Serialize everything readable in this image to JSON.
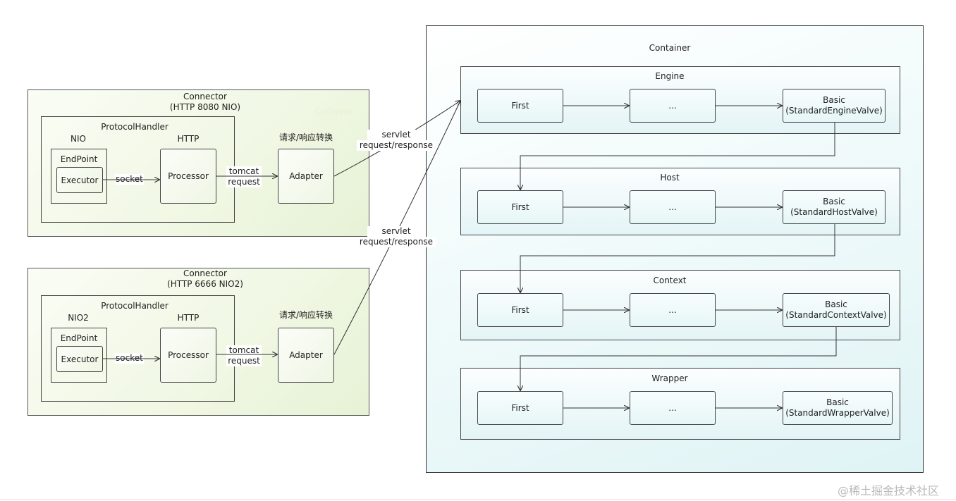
{
  "connectors": [
    {
      "title": "Connector",
      "subtitle": "(HTTP 8080 NIO)",
      "protocol_handler": "ProtocolHandler",
      "io_label": "NIO",
      "http_label": "HTTP",
      "endpoint": "EndPoint",
      "executor": "Executor",
      "socket": "socket",
      "processor": "Processor",
      "tomcat_request": [
        "tomcat",
        "request"
      ],
      "adapter_caption": "请求/响应转换",
      "adapter": "Adapter",
      "watermark": "CoCoJava"
    },
    {
      "title": "Connector",
      "subtitle": "(HTTP 6666 NIO2)",
      "protocol_handler": "ProtocolHandler",
      "io_label": "NIO2",
      "http_label": "HTTP",
      "endpoint": "EndPoint",
      "executor": "Executor",
      "socket": "socket",
      "processor": "Processor",
      "tomcat_request": [
        "tomcat",
        "request"
      ],
      "adapter_caption": "请求/响应转换",
      "adapter": "Adapter"
    }
  ],
  "servlet_edges": [
    [
      "servlet",
      "request/response"
    ],
    [
      "servlet",
      "request/response"
    ]
  ],
  "container": {
    "title": "Container",
    "pipelines": [
      {
        "name": "Engine",
        "first": "First",
        "middle": "...",
        "basic": "Basic",
        "basic_valve": "(StandardEngineValve)"
      },
      {
        "name": "Host",
        "first": "First",
        "middle": "...",
        "basic": "Basic",
        "basic_valve": "(StandardHostValve)"
      },
      {
        "name": "Context",
        "first": "First",
        "middle": "...",
        "basic": "Basic",
        "basic_valve": "(StandardContextValve)"
      },
      {
        "name": "Wrapper",
        "first": "First",
        "middle": "...",
        "basic": "Basic",
        "basic_valve": "(StandardWrapperValve)"
      }
    ]
  },
  "footer_watermark": "@稀土掘金技术社区"
}
